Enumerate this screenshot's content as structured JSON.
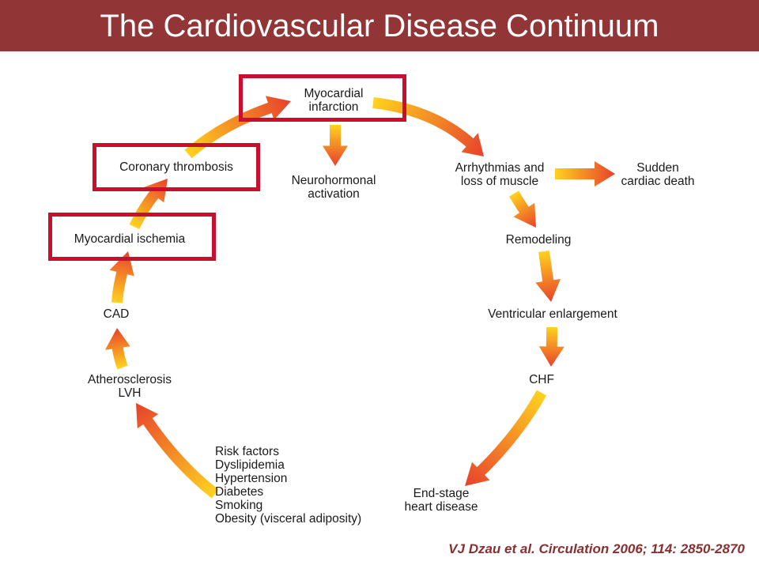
{
  "header": {
    "title": "The Cardiovascular Disease Continuum"
  },
  "colors": {
    "header_bg": "#923536",
    "highlight": "#c8102e",
    "arrow_start": "#ffd21f",
    "arrow_end": "#e8412c"
  },
  "nodes": {
    "myocardial_infarction": [
      "Myocardial",
      "infarction"
    ],
    "neurohormonal_activation": [
      "Neurohormonal",
      "activation"
    ],
    "arrhythmias": [
      "Arrhythmias and",
      "loss of muscle"
    ],
    "sudden_death": [
      "Sudden",
      "cardiac death"
    ],
    "remodeling": [
      "Remodeling"
    ],
    "ventricular_enlargement": [
      "Ventricular enlargement"
    ],
    "chf": [
      "CHF"
    ],
    "end_stage": [
      "End-stage",
      "heart disease"
    ],
    "risk_factors": [
      "Risk factors",
      "Dyslipidemia",
      "Hypertension",
      "Diabetes",
      "Smoking",
      "Obesity (visceral adiposity)"
    ],
    "atherosclerosis": [
      "Atherosclerosis",
      "LVH"
    ],
    "cad": [
      "CAD"
    ],
    "myocardial_ischemia": [
      "Myocardial ischemia"
    ],
    "coronary_thrombosis": [
      "Coronary thrombosis"
    ]
  },
  "citation": "VJ Dzau et al. Circulation 2006; 114: 2850-2870"
}
